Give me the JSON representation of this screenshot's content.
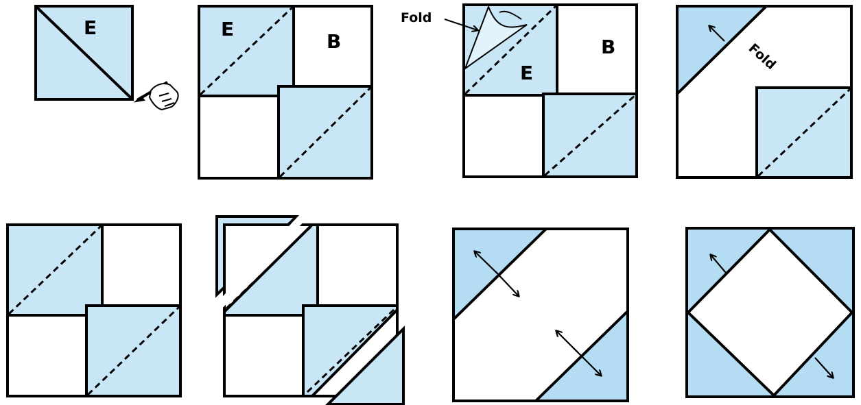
{
  "colors": {
    "fabric": "#c9e6f7",
    "fabric_dark": "#b4dcf3",
    "background_fabric": "#ffffff",
    "outline": "#000000"
  },
  "labels": {
    "patch_e": "E",
    "patch_b": "B",
    "fold": "Fold"
  },
  "icons": {
    "marking": "hand-with-pen-icon",
    "direction": "arrow-icon"
  }
}
